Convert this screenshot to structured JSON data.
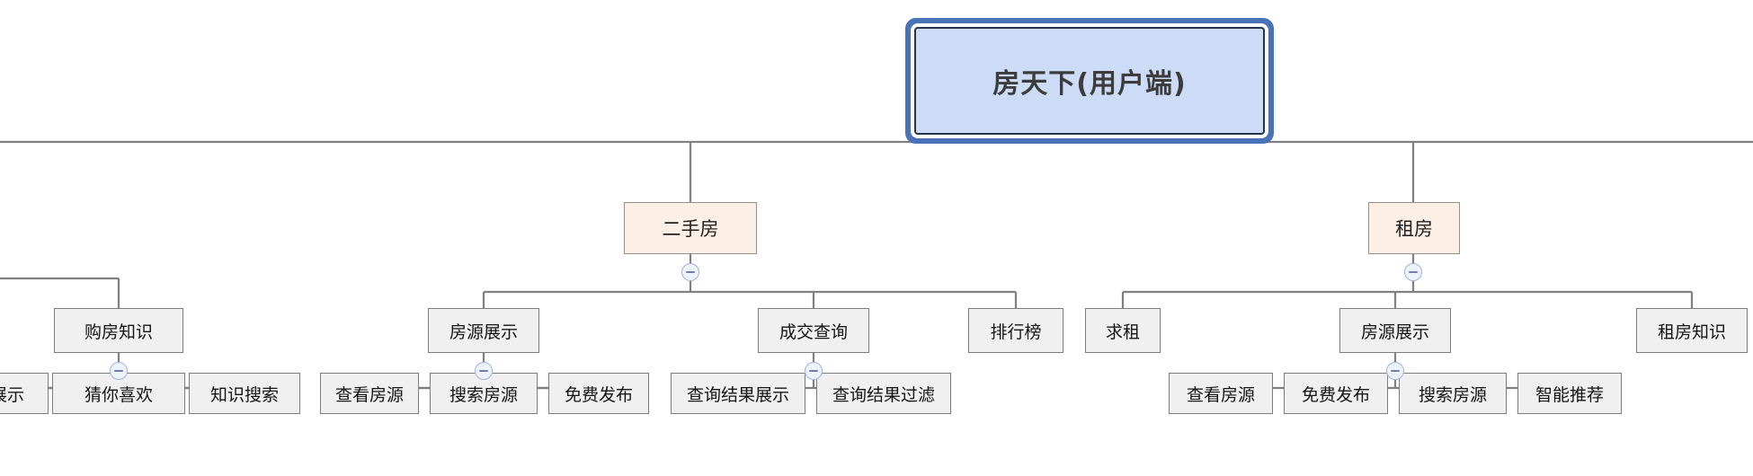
{
  "diagram": {
    "type": "mindmap-tree",
    "orientation": "top-down",
    "title_node": "房天下(用户端)",
    "colors": {
      "root_fill": "#ccdcf7",
      "root_outer_border": "#4a72b8",
      "root_inner_border": "#26334d",
      "level2_fill": "#fbefe6",
      "level2_border": "#9a8f85",
      "leaf_fill": "#f0f0f0",
      "leaf_border": "#7d7d7d",
      "connector": "#808080",
      "toggle_border": "#9ab4dd",
      "toggle_fill": "#eef3fb",
      "canvas": "#ffffff"
    }
  },
  "nodes": {
    "root": {
      "label": "房天下(用户端)"
    },
    "level2": [
      {
        "id": "ershoufang",
        "label": "二手房"
      },
      {
        "id": "zufang",
        "label": "租房"
      }
    ],
    "level3": [
      {
        "id": "goufangzhishi",
        "label": "购房知识"
      },
      {
        "id": "fangyuan_ershou",
        "label": "房源展示"
      },
      {
        "id": "chengjiaochaxun",
        "label": "成交查询"
      },
      {
        "id": "paihangbang",
        "label": "排行榜"
      },
      {
        "id": "qiuzu",
        "label": "求租"
      },
      {
        "id": "fangyuan_zufang",
        "label": "房源展示"
      },
      {
        "id": "zufangzhishi",
        "label": "租房知识"
      }
    ],
    "level4": [
      {
        "id": "leaf-zhanshi",
        "label": "展示",
        "parent": "goufangzhishi",
        "clipped": "left"
      },
      {
        "id": "leaf-cainixihuan",
        "label": "猜你喜欢",
        "parent": "goufangzhishi"
      },
      {
        "id": "leaf-zhishisousuo",
        "label": "知识搜索",
        "parent": "goufangzhishi"
      },
      {
        "id": "leaf-chakanfangyuan1",
        "label": "查看房源",
        "parent": "fangyuan_ershou"
      },
      {
        "id": "leaf-sousuofangyuan1",
        "label": "搜索房源",
        "parent": "fangyuan_ershou"
      },
      {
        "id": "leaf-mianfeifabu1",
        "label": "免费发布",
        "parent": "fangyuan_ershou"
      },
      {
        "id": "leaf-chaxunzhanshi",
        "label": "查询结果展示",
        "parent": "chengjiaochaxun"
      },
      {
        "id": "leaf-chaxunguolv",
        "label": "查询结果过滤",
        "parent": "chengjiaochaxun"
      },
      {
        "id": "leaf-chakanfangyuan2",
        "label": "查看房源",
        "parent": "fangyuan_zufang"
      },
      {
        "id": "leaf-mianfeifabu2",
        "label": "免费发布",
        "parent": "fangyuan_zufang"
      },
      {
        "id": "leaf-sousuofangyuan2",
        "label": "搜索房源",
        "parent": "fangyuan_zufang"
      },
      {
        "id": "leaf-zhinengtuijian",
        "label": "智能推荐",
        "parent": "fangyuan_zufang"
      }
    ]
  },
  "toggles": [
    {
      "id": "toggle-ershoufang",
      "state": "expanded",
      "glyph": "minus"
    },
    {
      "id": "toggle-zufang",
      "state": "expanded",
      "glyph": "minus"
    },
    {
      "id": "toggle-goufangzhishi",
      "state": "expanded",
      "glyph": "minus"
    },
    {
      "id": "toggle-fangyuan-ershou",
      "state": "expanded",
      "glyph": "minus"
    },
    {
      "id": "toggle-chengjiao",
      "state": "expanded",
      "glyph": "minus"
    },
    {
      "id": "toggle-fangyuan-zufang",
      "state": "expanded",
      "glyph": "minus"
    }
  ]
}
